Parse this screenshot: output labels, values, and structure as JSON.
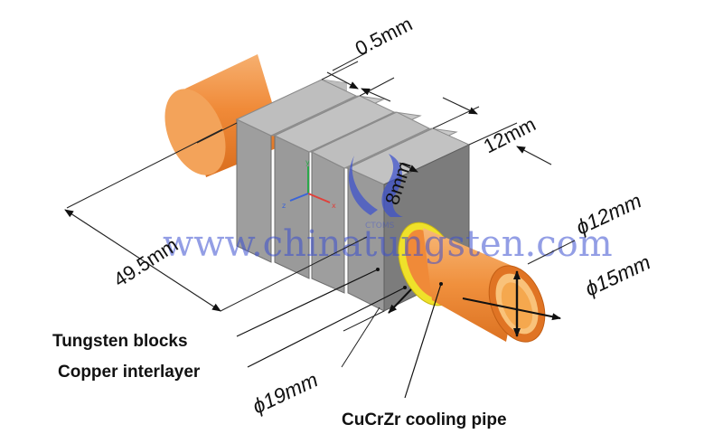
{
  "dimensions": {
    "gap": "0.5mm",
    "block_depth": "12mm",
    "block_offset": "8mm",
    "total_length": "49.5mm",
    "pipe_inner": "ϕ12mm",
    "pipe_outer": "ϕ15mm",
    "interlayer": "ϕ19mm"
  },
  "labels": {
    "tungsten": "Tungsten blocks",
    "copper": "Copper interlayer",
    "cucrzr": "CuCrZr cooling pipe"
  },
  "watermark": {
    "site": "www.chinatungsten.com",
    "logo": "CTOMS"
  },
  "axes": {
    "x": "x",
    "y": "y",
    "z": "z"
  },
  "colors": {
    "pipe": "#f08a38",
    "tungsten_face": "#9a9a9a",
    "tungsten_top": "#c8c8c8",
    "tungsten_side": "#7d7d7d",
    "interlayer": "#f2e62c",
    "watermark": "#3a4fd0"
  }
}
